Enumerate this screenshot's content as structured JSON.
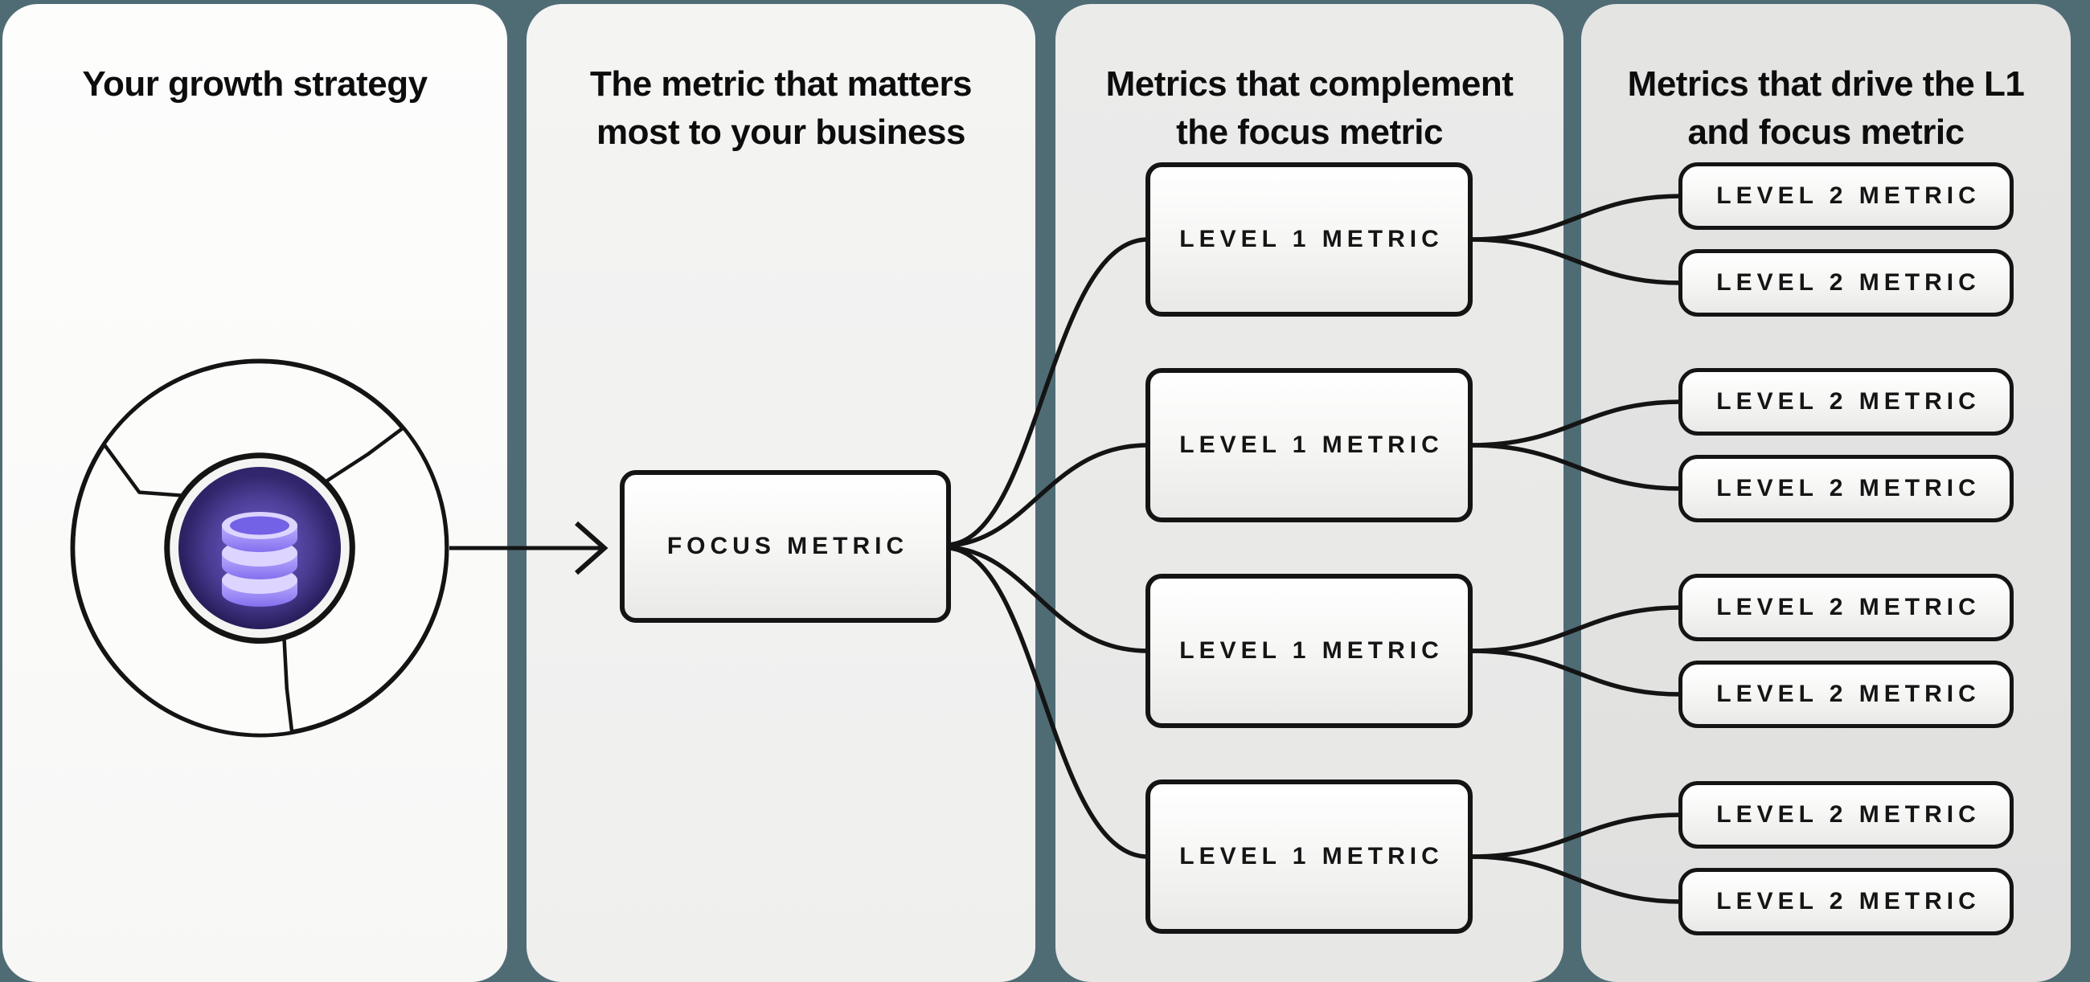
{
  "diagram": {
    "background_color": "#4f6c75",
    "line_color": "#141414",
    "panels": [
      {
        "id": "growth-strategy",
        "bg": "#fbfbfa",
        "title_lines": [
          "Your growth strategy"
        ]
      },
      {
        "id": "focus-metric",
        "bg": "#f2f2f1",
        "title_lines": [
          "The metric that matters",
          "most to your business"
        ]
      },
      {
        "id": "level1-metrics",
        "bg": "#eaeae9",
        "title_lines": [
          "Metrics that complement",
          "the focus metric"
        ]
      },
      {
        "id": "level2-metrics",
        "bg": "#e3e3e2",
        "title_lines": [
          "Metrics that drive the L1",
          "and focus metric"
        ]
      }
    ],
    "nodes": {
      "focus_label": "FOCUS METRIC",
      "level1_label": "LEVEL 1 METRIC",
      "level2_label": "LEVEL 2 METRIC",
      "level1_count": 4,
      "level2_count": 8
    },
    "icon": {
      "name": "growth-flywheel-with-database",
      "indigo": "#2a2060",
      "purple": "#8874f1",
      "lavender": "#ddd5ff"
    }
  }
}
